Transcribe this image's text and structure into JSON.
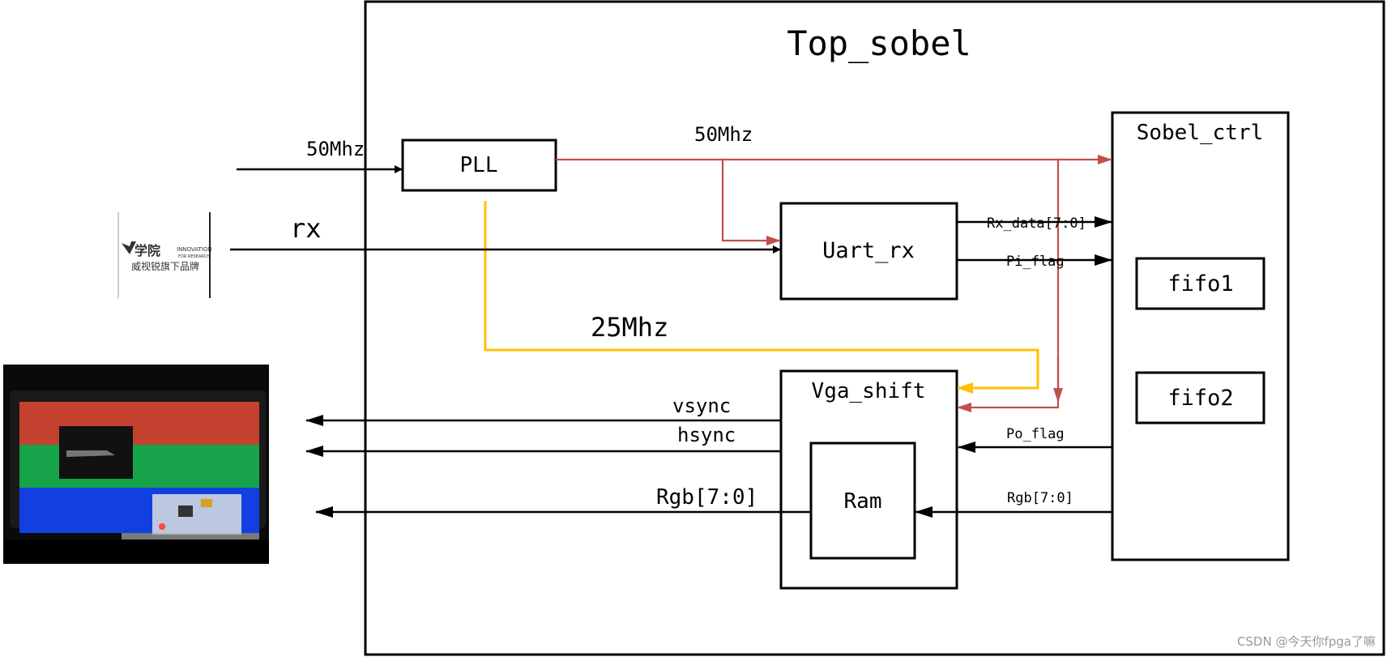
{
  "diagram": {
    "title": "Top_sobel",
    "blocks": {
      "pll": "PLL",
      "uart_rx": "Uart_rx",
      "vga_shift": "Vga_shift",
      "ram": "Ram",
      "sobel_ctrl": "Sobel_ctrl",
      "fifo1": "fifo1",
      "fifo2": "fifo2"
    },
    "signals": {
      "clk_in": "50Mhz",
      "clk_50": "50Mhz",
      "clk_25": "25Mhz",
      "rx": "rx",
      "rx_data": "Rx_data[7:0]",
      "pi_flag": "Pi_flag",
      "po_flag": "Po_flag",
      "rgb_in": "Rgb[7:0]",
      "vsync": "vsync",
      "hsync": "hsync",
      "rgb_out": "Rgb[7:0]"
    },
    "colors": {
      "clk_50_wire": "#c0504d",
      "clk_25_wire": "#ffc000",
      "signal_wire": "#000000"
    }
  },
  "logo": {
    "name": "学院",
    "tagline": "威视锐旗下品牌",
    "badge": "INNOVATION",
    "badge_sub": "FOR RESEARCH"
  },
  "watermark": "CSDN @今天你fpga了嘛"
}
